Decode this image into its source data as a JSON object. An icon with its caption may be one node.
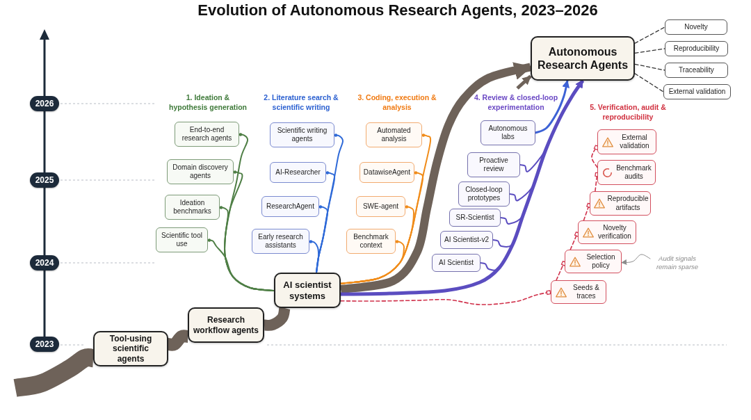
{
  "diagram": {
    "title": "Evolution of Autonomous Research Agents, 2023–2026",
    "nodes": [
      {
        "text": [
          "2026"
        ]
      },
      {
        "text": [
          "2025"
        ]
      },
      {
        "text": [
          "2024"
        ]
      },
      {
        "text": [
          "2023"
        ]
      },
      {
        "text": [
          "Tool-using scientific agents"
        ]
      },
      {
        "text": [
          "Research workflow agents"
        ]
      },
      {
        "text": [
          "AI scientist systems"
        ]
      },
      {
        "text": [
          "Autonomous Research Agents"
        ]
      },
      {
        "text": [
          "Novelty"
        ]
      },
      {
        "text": [
          "Reproducibility"
        ]
      },
      {
        "text": [
          "Traceability"
        ]
      },
      {
        "text": [
          "External validation"
        ]
      },
      {
        "text": [
          "End-to-end research agents"
        ]
      },
      {
        "text": [
          "Domain discovery agents"
        ]
      },
      {
        "text": [
          "Ideation benchmarks"
        ]
      },
      {
        "text": [
          "Scientific tool use"
        ]
      },
      {
        "text": [
          "Scientific writing agents"
        ]
      },
      {
        "text": [
          "AI-Researcher"
        ]
      },
      {
        "text": [
          "ResearchAgent"
        ]
      },
      {
        "text": [
          "Early research assistants"
        ]
      },
      {
        "text": [
          "Automated analysis"
        ]
      },
      {
        "text": [
          "DatawiseAgent"
        ]
      },
      {
        "text": [
          "SWE-agent"
        ]
      },
      {
        "text": [
          "Benchmark context"
        ]
      },
      {
        "text": [
          "Autonomous labs"
        ]
      },
      {
        "text": [
          "Proactive review"
        ]
      },
      {
        "text": [
          "Closed-loop prototypes"
        ]
      },
      {
        "text": [
          "SR-Scientist"
        ]
      },
      {
        "text": [
          "AI Scientist-v2"
        ]
      },
      {
        "text": [
          "AI Scientist"
        ]
      },
      {
        "text": [
          "External validation"
        ]
      },
      {
        "text": [
          "Benchmark audits"
        ]
      },
      {
        "text": [
          "Reproducible artifacts"
        ]
      },
      {
        "text": [
          "Novelty verification"
        ]
      },
      {
        "text": [
          "Selection policy"
        ]
      },
      {
        "text": [
          "Seeds & traces"
        ]
      },
      {
        "text": [
          "Audit signals remain sparse"
        ]
      }
    ],
    "edges": [
      {
        "from": null,
        "to": 4,
        "arrow": "none",
        "style": "thick",
        "color": "#6e6259"
      },
      {
        "from": 4,
        "to": 5,
        "arrow": "none",
        "style": "thick",
        "color": "#6e6259"
      },
      {
        "from": 5,
        "to": 6,
        "arrow": "none",
        "style": "thick",
        "color": "#6e6259"
      },
      {
        "from": 6,
        "to": 7,
        "arrow": "to",
        "style": "thick",
        "color": "#6e6259"
      },
      {
        "from": null,
        "to": 7,
        "arrow": "to",
        "style": "thick",
        "color": "#6e6259"
      },
      {
        "from": 7,
        "to": 8,
        "arrow": "none",
        "style": "dashed",
        "color": "#333333"
      },
      {
        "from": 7,
        "to": 9,
        "arrow": "none",
        "style": "dashed",
        "color": "#333333"
      },
      {
        "from": 7,
        "to": 10,
        "arrow": "none",
        "style": "dashed",
        "color": "#333333"
      },
      {
        "from": 7,
        "to": 11,
        "arrow": "none",
        "style": "dashed",
        "color": "#333333"
      },
      {
        "from": 6,
        "to": 12,
        "arrow": "other",
        "color": "#4f7f46"
      },
      {
        "from": 6,
        "to": 13,
        "arrow": "other",
        "color": "#4f7f46"
      },
      {
        "from": 6,
        "to": 14,
        "arrow": "other",
        "color": "#4f7f46"
      },
      {
        "from": 6,
        "to": 15,
        "arrow": "other",
        "color": "#4f7f46"
      },
      {
        "from": 6,
        "to": 16,
        "arrow": "other",
        "color": "#2f6ad8"
      },
      {
        "from": 6,
        "to": 17,
        "arrow": "other",
        "color": "#2f6ad8"
      },
      {
        "from": 6,
        "to": 18,
        "arrow": "other",
        "color": "#2f6ad8"
      },
      {
        "from": 6,
        "to": 19,
        "arrow": "other",
        "color": "#2f6ad8"
      },
      {
        "from": 6,
        "to": 20,
        "arrow": "other",
        "color": "#f08c1a"
      },
      {
        "from": 6,
        "to": 21,
        "arrow": "other",
        "color": "#f08c1a"
      },
      {
        "from": 6,
        "to": 22,
        "arrow": "other",
        "color": "#f08c1a"
      },
      {
        "from": 6,
        "to": 23,
        "arrow": "other",
        "color": "#f08c1a"
      },
      {
        "from": 6,
        "to": 7,
        "arrow": "to",
        "style": "thick",
        "color": "#5b4dc0"
      },
      {
        "from": 24,
        "to": 7,
        "arrow": "to",
        "color": "#3d62d6"
      },
      {
        "from": 25,
        "to": 7,
        "arrow": "to",
        "color": "#5b4dc0"
      },
      {
        "from": 26,
        "to": 7,
        "arrow": "to",
        "color": "#5b4dc0"
      },
      {
        "from": 27,
        "to": 7,
        "arrow": "to",
        "color": "#5b4dc0"
      },
      {
        "from": 28,
        "to": 7,
        "arrow": "to",
        "color": "#5b4dc0"
      },
      {
        "from": 29,
        "to": 7,
        "arrow": "to",
        "color": "#5b4dc0"
      },
      {
        "from": 6,
        "to": 35,
        "arrow": "other",
        "style": "dashed",
        "color": "#d0304a"
      },
      {
        "from": 35,
        "to": 34,
        "arrow": "other",
        "style": "dashed",
        "color": "#d0304a"
      },
      {
        "from": 34,
        "to": 33,
        "arrow": "other",
        "style": "dashed",
        "color": "#d0304a"
      },
      {
        "from": 33,
        "to": 32,
        "arrow": "other",
        "style": "dashed",
        "color": "#d0304a"
      },
      {
        "from": 32,
        "to": 31,
        "arrow": "other",
        "style": "dashed",
        "color": "#d0304a"
      },
      {
        "from": 31,
        "to": 30,
        "arrow": "other",
        "style": "dashed",
        "color": "#d0304a"
      },
      {
        "from": 36,
        "to": 34,
        "arrow": "to",
        "color": "#8c8c8c"
      }
    ],
    "labels": [
      "1. Ideation & hypothesis generation",
      "2. Literature search & scientific writing",
      "3. Coding, execution & analysis",
      "4. Review & closed-loop experimentation",
      "5. Verification, audit & reproducibility"
    ]
  }
}
